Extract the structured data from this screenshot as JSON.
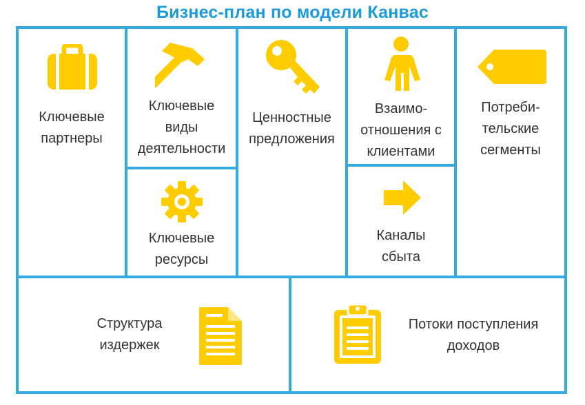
{
  "title": "Бизнес-план по модели Канвас",
  "blocks": {
    "key_partners": "Ключевые\nпартнеры",
    "key_activities": "Ключевые\nвиды\nдеятельности",
    "key_resources": "Ключевые\nресурсы",
    "value_propositions": "Ценностные\nпредложения",
    "customer_relationships": "Взаимо-\nотношения с\nклиентами",
    "channels": "Каналы\nсбыта",
    "customer_segments": "Потреби-\nтельские\nсегменты",
    "cost_structure": "Структура\nиздержек",
    "revenue_streams": "Потоки поступления\nдоходов"
  },
  "icons": {
    "key_partners": "briefcase-icon",
    "key_activities": "hammer-icon",
    "key_resources": "gear-icon",
    "value_propositions": "key-icon",
    "customer_relationships": "person-icon",
    "channels": "arrow-right-icon",
    "customer_segments": "tag-icon",
    "cost_structure": "document-icon",
    "revenue_streams": "clipboard-icon"
  },
  "colors": {
    "title": "#1a9bd7",
    "border": "#36a9e1",
    "icon": "#ffcc00",
    "text": "#333333"
  }
}
